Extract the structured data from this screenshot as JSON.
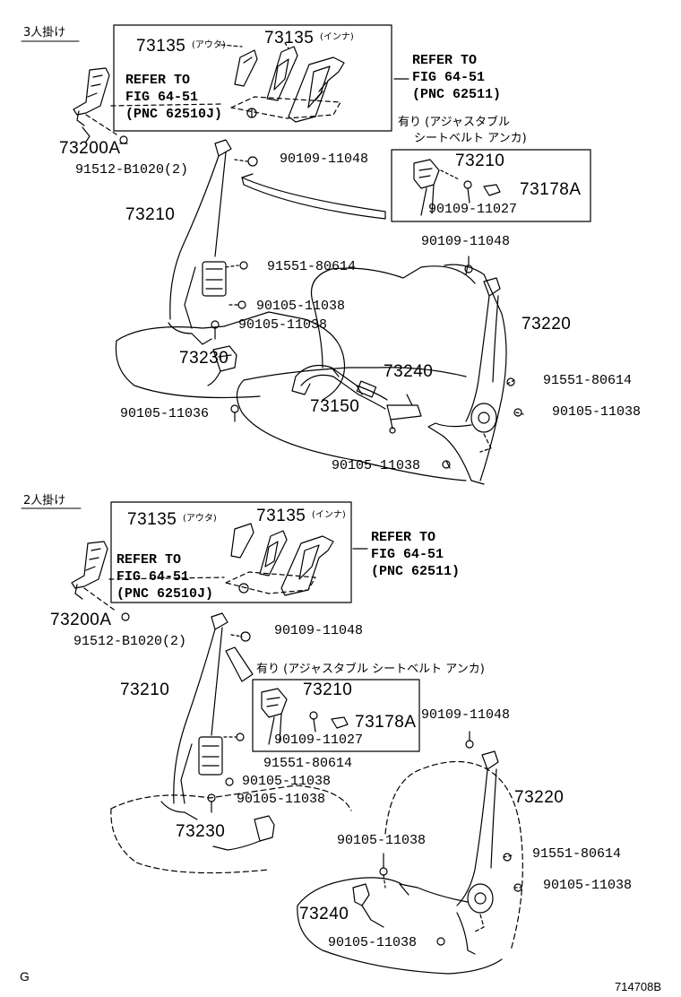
{
  "diagram_code": "714708B",
  "corner_mark": "G",
  "section_3": {
    "title": "3人掛け",
    "inset_left": "73135",
    "inset_left_suffix": "(アウタ)",
    "inset_right": "73135",
    "inset_right_suffix": "(インナ)",
    "refer_inner": "REFER TO\nFIG 64-51\n(PNC 62510J)",
    "refer_outer": "REFER TO\nFIG 64-51\n(PNC 62511)",
    "anchor_note_line1": "有り (アジャスタブル",
    "anchor_note_line2": "シートベルト アンカ)",
    "p73200a": "73200A",
    "p91512": "91512-B1020(2)",
    "p90109_11048_a": "90109-11048",
    "p73210_box": "73210",
    "p73178a": "73178A",
    "p90109_11027": "90109-11027",
    "p73210": "73210",
    "p90109_11048_b": "90109-11048",
    "p91551_a": "91551-80614",
    "p90105_11038_a": "90105-11038",
    "p90105_11038_b": "90105-11038",
    "p73220": "73220",
    "p73230": "73230",
    "p73240": "73240",
    "p91551_b": "91551-80614",
    "p73150": "73150",
    "p90105_11036": "90105-11036",
    "p90105_11038_c": "90105-11038",
    "p90105_11038_d": "90105-11038"
  },
  "section_2": {
    "title": "2人掛け",
    "inset_left": "73135",
    "inset_left_suffix": "(アウタ)",
    "inset_right": "73135",
    "inset_right_suffix": "(インナ)",
    "refer_inner": "REFER TO\nFIG 64-51\n(PNC 62510J)",
    "refer_outer": "REFER TO\nFIG 64-51\n(PNC 62511)",
    "anchor_note": "有り (アジャスタブル シートベルト アンカ)",
    "p73200a": "73200A",
    "p91512": "91512-B1020(2)",
    "p90109_11048_a": "90109-11048",
    "p73210": "73210",
    "p73210_box": "73210",
    "p73178a": "73178A",
    "p90109_11027": "90109-11027",
    "p90109_11048_b": "90109-11048",
    "p91551_a": "91551-80614",
    "p90105_11038_a": "90105-11038",
    "p90105_11038_b": "90105-11038",
    "p73220": "73220",
    "p73230": "73230",
    "p90105_11038_c": "90105-11038",
    "p91551_b": "91551-80614",
    "p90105_11038_d": "90105-11038",
    "p73240": "73240",
    "p90105_11038_e": "90105-11038"
  }
}
